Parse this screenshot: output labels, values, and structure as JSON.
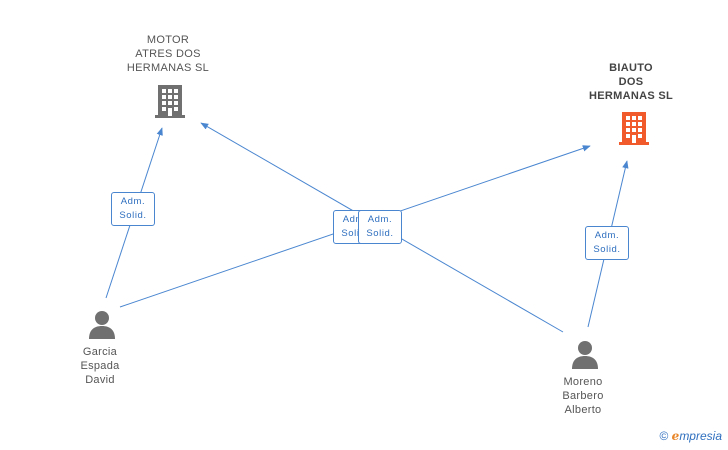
{
  "companies": [
    {
      "id": "motor",
      "lines": [
        "MOTOR",
        "ATRES DOS",
        "HERMANAS  SL"
      ],
      "color": "#707070",
      "emphasis": false
    },
    {
      "id": "biauto",
      "lines": [
        "BIAUTO",
        "DOS",
        "HERMANAS SL"
      ],
      "color": "#f15a2b",
      "emphasis": true
    }
  ],
  "persons": [
    {
      "id": "garcia",
      "lines": [
        "Garcia",
        "Espada",
        "David"
      ],
      "color": "#707070"
    },
    {
      "id": "moreno",
      "lines": [
        "Moreno",
        "Barbero",
        "Alberto"
      ],
      "color": "#707070"
    }
  ],
  "relations": [
    {
      "from": "garcia",
      "to": "motor",
      "label": [
        "Adm.",
        "Solid."
      ]
    },
    {
      "from": "garcia",
      "to": "biauto",
      "label": [
        "Adm.",
        "Solid."
      ]
    },
    {
      "from": "moreno",
      "to": "motor",
      "label": [
        "Adm.",
        "Solid."
      ]
    },
    {
      "from": "moreno",
      "to": "biauto",
      "label": [
        "Adm.",
        "Solid."
      ]
    }
  ],
  "edge_color": "#4a86d0",
  "footer": {
    "copyright": "©",
    "brand_initial": "e",
    "brand_rest": "mpresia"
  }
}
